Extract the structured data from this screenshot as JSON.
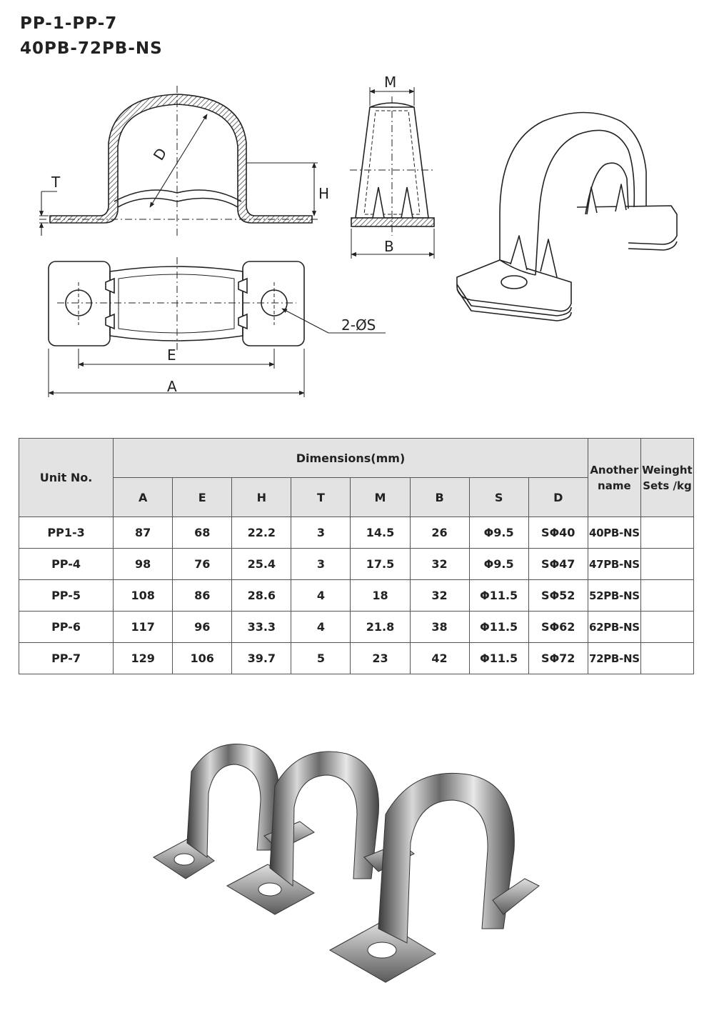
{
  "title": {
    "line1": "PP-1-PP-7",
    "line2": "40PB-72PB-NS"
  },
  "drawing_labels": {
    "D": "D",
    "T": "T",
    "H": "H",
    "M": "M",
    "B": "B",
    "E": "E",
    "A": "A",
    "S": "2-ØS"
  },
  "table": {
    "unit_header": "Unit   No.",
    "dimensions_header": "Dimensions(mm)",
    "another_name_header": "Another name",
    "weight_header": "Weinght Sets /kg",
    "columns": [
      "A",
      "E",
      "H",
      "T",
      "M",
      "B",
      "S",
      "D"
    ],
    "rows": [
      {
        "unit": "PP1-3",
        "A": "87",
        "E": "68",
        "H": "22.2",
        "T": "3",
        "M": "14.5",
        "B": "26",
        "S": "Φ9.5",
        "D": "SΦ40",
        "another": "40PB-NS",
        "weight": ""
      },
      {
        "unit": "PP-4",
        "A": "98",
        "E": "76",
        "H": "25.4",
        "T": "3",
        "M": "17.5",
        "B": "32",
        "S": "Φ9.5",
        "D": "SΦ47",
        "another": "47PB-NS",
        "weight": ""
      },
      {
        "unit": "PP-5",
        "A": "108",
        "E": "86",
        "H": "28.6",
        "T": "4",
        "M": "18",
        "B": "32",
        "S": "Φ11.5",
        "D": "SΦ52",
        "another": "52PB-NS",
        "weight": ""
      },
      {
        "unit": "PP-6",
        "A": "117",
        "E": "96",
        "H": "33.3",
        "T": "4",
        "M": "21.8",
        "B": "38",
        "S": "Φ11.5",
        "D": "SΦ62",
        "another": "62PB-NS",
        "weight": ""
      },
      {
        "unit": "PP-7",
        "A": "129",
        "E": "106",
        "H": "39.7",
        "T": "5",
        "M": "23",
        "B": "42",
        "S": "Φ11.5",
        "D": "SΦ72",
        "another": "72PB-NS",
        "weight": ""
      }
    ]
  }
}
